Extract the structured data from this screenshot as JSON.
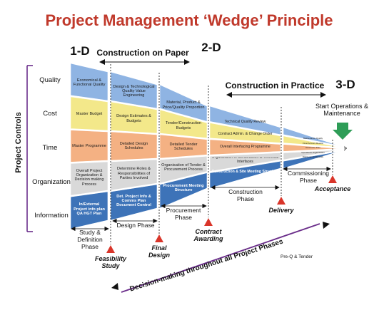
{
  "title": "Project Management ‘Wedge’ Principle",
  "top_labels": {
    "one_d": "1-D",
    "paper": "Construction on Paper",
    "two_d": "2-D",
    "practice": "Construction in Practice",
    "three_d": "3-D",
    "start_ops": "Start Operations & Maintenance"
  },
  "axis_label": "Project Controls",
  "rows": [
    "Quality",
    "Cost",
    "Time",
    "Organization",
    "Information"
  ],
  "colors": {
    "title": "#c0392b",
    "quality": "#8fb4e3",
    "cost": "#f3e88a",
    "time": "#f4b183",
    "organization": "#d9d9d9",
    "information": "#3d73b8",
    "milestone": "#d9352a",
    "bracket": "#6a2d8a",
    "arrow": "#2e9d57"
  },
  "columns": [
    {
      "cells": [
        "Economical & Functional Quality",
        "Master Budget",
        "Master Programme",
        "Overall Project Organization & Decision making Process",
        "In/External Project info plan QA HGT Plan"
      ]
    },
    {
      "cells": [
        "Design & Technological Quality Value Engineering",
        "Design Estimates & Budgets",
        "Detailed Design Schedules",
        "Determine Roles & Responsibilities of Parties Involved",
        "Det. Project Info & Comms Plan Document Control"
      ]
    },
    {
      "cells": [
        "Material, Product & Price/Quality Proportion",
        "Tender/Construction Budgets",
        "Detailed Tender Schedules",
        "Organisation of Tender & Procurement Process",
        "Procurement Meeting Structure"
      ]
    },
    {
      "cells": [
        "Technical Quality Review",
        "Contract Admin. & Change Order",
        "Overall Interfacing Programme",
        "Organization of Construction & Technical Interfaces",
        "Construction & Site Meeting Structure"
      ]
    },
    {
      "cells": [
        "Maintenance Quality",
        "Final Account Review",
        "Hand-over Plan",
        "Operations Organisation",
        "Maintenance Manuals"
      ]
    }
  ],
  "phases": [
    {
      "label": "Study & Definition Phase"
    },
    {
      "label": "Design Phase"
    },
    {
      "label": "Procurement Phase"
    },
    {
      "label": "Construction Phase"
    },
    {
      "label": "Commissioning Phase"
    }
  ],
  "milestones": [
    {
      "label": "Feasibility Study"
    },
    {
      "label": "Final Design"
    },
    {
      "label": "Contract Awarding"
    },
    {
      "label": "Delivery"
    },
    {
      "label": "Acceptance"
    }
  ],
  "bottom_arrow": "Decision-making throughout all Project Phases",
  "footer_note": "Pre-Q & Tender"
}
